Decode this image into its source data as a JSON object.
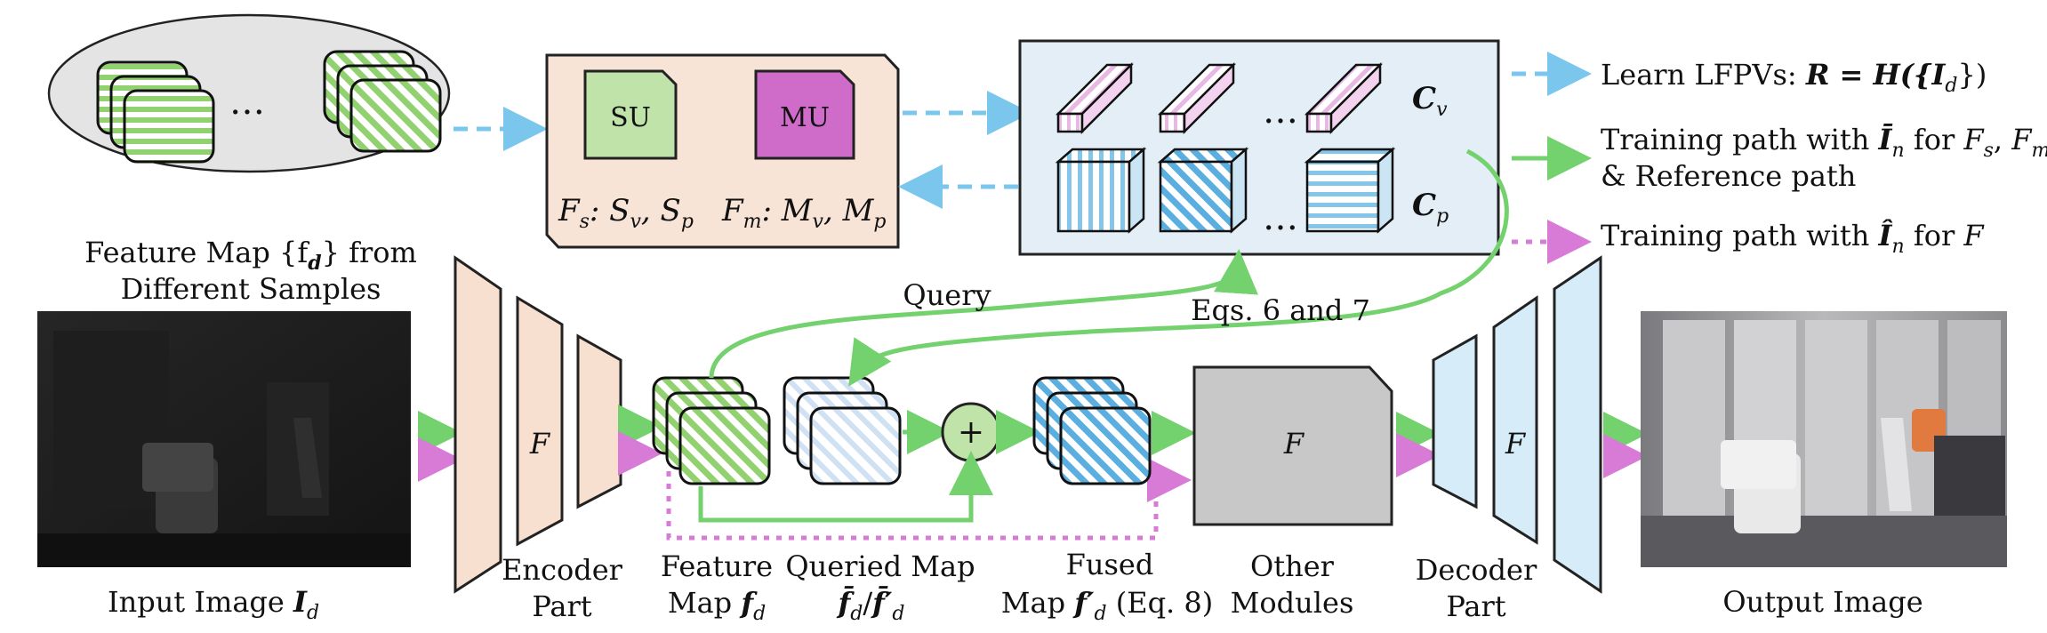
{
  "colors": {
    "encoder_fill": "#f7e0d0",
    "decoder_fill": "#d6ecf8",
    "su_fill": "#bfe3a8",
    "mu_fill": "#cf6bc9",
    "codebook_bg": "#e4eef7",
    "module_bg": "#f8e3d7",
    "green_path": "#73d16e",
    "blue_path": "#7ac6ec",
    "pink_path": "#d77bd6",
    "other_modules_fill": "#c8c8c8"
  },
  "samples": {
    "caption_line1": "Feature Map {f",
    "caption_sub": "d",
    "caption_line1_tail": "} from",
    "caption_line2": "Different Samples",
    "ellipsis": "…"
  },
  "modules": {
    "su_label": "SU",
    "mu_label": "MU",
    "fs_text": "F",
    "fs_sub": "s",
    "fs_rhs": ": S",
    "fs_v": "v",
    "fs_sep": ", S",
    "fs_p": "p",
    "fm_text": "F",
    "fm_sub": "m",
    "fm_rhs": ": M",
    "fm_v": "v",
    "fm_sep": ", M",
    "fm_p": "p"
  },
  "codebook": {
    "cv_label": "C",
    "cv_sub": "v",
    "cp_label": "C",
    "cp_sub": "p",
    "ellipsis": "…"
  },
  "legend": {
    "item1_prefix": "Learn LFPVs: ",
    "item1_formula": "R = H({I",
    "item1_sub": "d",
    "item1_tail": "})",
    "item2_line1_prefix": "Training path with ",
    "item2_var": "Ī",
    "item2_sub": "n",
    "item2_line1_mid": " for ",
    "item2_fs": "F",
    "item2_fs_sub": "s",
    "item2_comma": ", ",
    "item2_fm": "F",
    "item2_fm_sub": "m",
    "item2_line2": "& Reference path",
    "item3_prefix": "Training path with ",
    "item3_var": "Î",
    "item3_sub": "n",
    "item3_tail": " for ",
    "item3_f": "F"
  },
  "pipeline": {
    "input_label": "Input Image ",
    "input_var": "I",
    "input_sub": "d",
    "encoder_F": "F",
    "encoder_line1": "Encoder",
    "encoder_line2": "Part",
    "feature_line1": "Feature",
    "feature_line2": "Map ",
    "feature_var": "f",
    "feature_sub": "d",
    "query_label": "Query",
    "queried_line1": "Queried Map",
    "queried_formula": "f̄",
    "queried_sub1": "d",
    "queried_slash": "/",
    "queried_formula2": "f̄′",
    "queried_sub2": "d",
    "plus": "+",
    "fused_line1": "Fused",
    "fused_line2_prefix": "Map ",
    "fused_var": "f′",
    "fused_sub": "d",
    "fused_tail": " (Eq. 8)",
    "eqs_label": "Eqs. 6 and 7",
    "other_F": "F",
    "other_line1": "Other",
    "other_line2": "Modules",
    "decoder_F": "F",
    "decoder_line1": "Decoder",
    "decoder_line2": "Part",
    "output_label": "Output Image"
  }
}
